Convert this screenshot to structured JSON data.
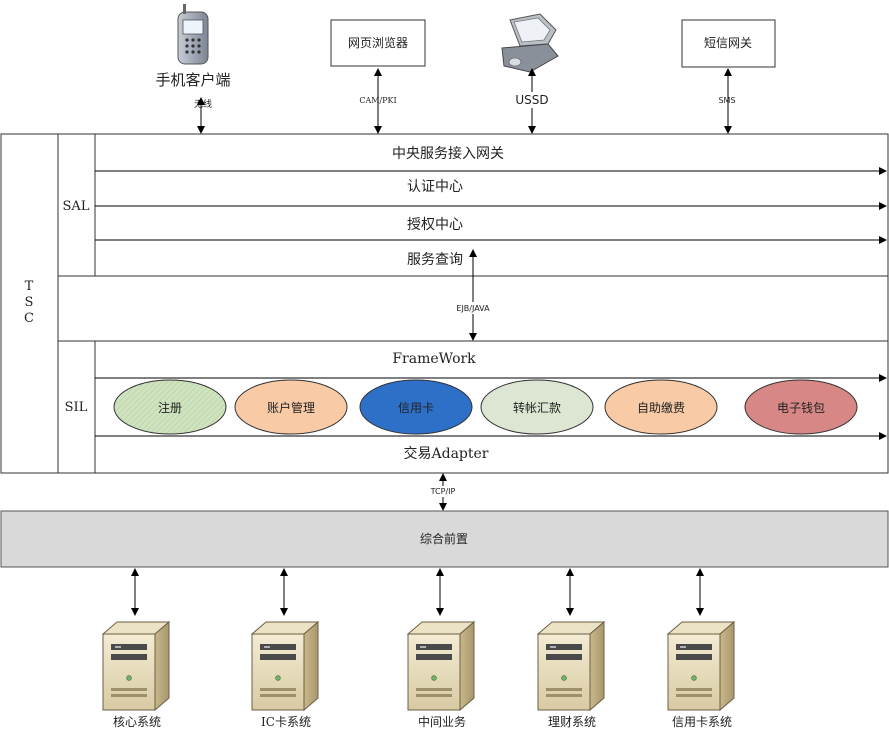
{
  "clients": {
    "mobile_client": "手机客户端",
    "wireless": "无线",
    "web_browser": "网页浏览器",
    "cam_pki": "CAM/PKI",
    "ussd": "USSD",
    "sms_gateway": "短信网关",
    "sms": "SMS"
  },
  "tsc": {
    "label": "T\nS\nC"
  },
  "sal": {
    "label": "SAL",
    "rows": [
      "中央服务接入网关",
      "认证中心",
      "授权中心",
      "服务查询"
    ]
  },
  "middle": {
    "protocol": "EJB/JAVA"
  },
  "sil": {
    "label": "SIL",
    "framework": "FrameWork",
    "adapter": "交易Adapter",
    "services": [
      {
        "label": "注册",
        "color": "#cfe3c0"
      },
      {
        "label": "账户管理",
        "color": "#f8cba6"
      },
      {
        "label": "信用卡",
        "color": "#2e6fc8"
      },
      {
        "label": "转帐汇款",
        "color": "#dde6d2"
      },
      {
        "label": "自助缴费",
        "color": "#f8cba6"
      },
      {
        "label": "电子钱包",
        "color": "#d88787"
      }
    ]
  },
  "bottom_protocol": "TCP/IP",
  "front_end": "综合前置",
  "backends": [
    "核心系统",
    "IC卡系统",
    "中间业务",
    "理财系统",
    "信用卡系统"
  ]
}
